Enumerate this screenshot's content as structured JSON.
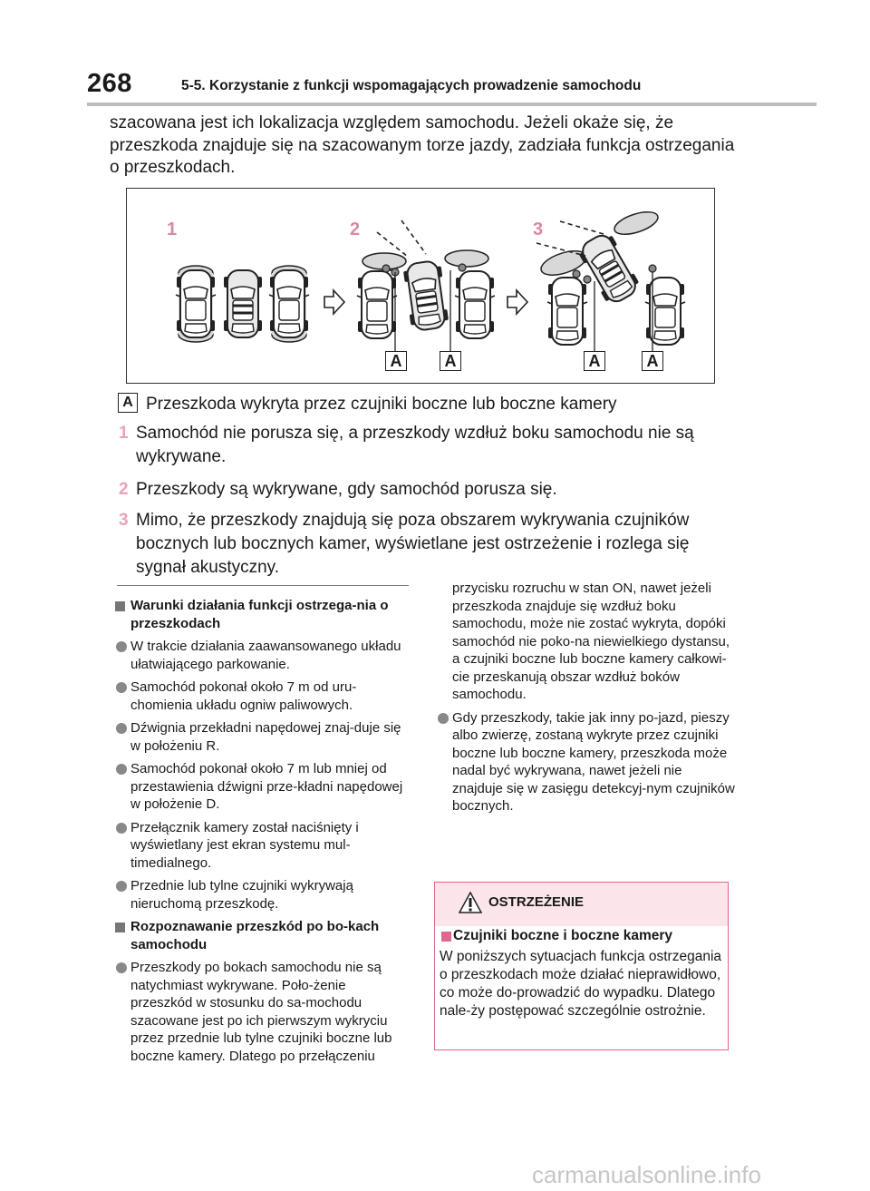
{
  "header": {
    "page_number": "268",
    "section_title": "5-5. Korzystanie z funkcji wspomagających prowadzenie samochodu"
  },
  "intro": "szacowana jest ich lokalizacja względem samochodu. Jeżeli okaże się, że przeszkoda znajduje się na szacowanym torze jazdy, zadziała funkcja ostrzegania o przeszkodach.",
  "figure": {
    "scene_numbers": [
      "1",
      "2",
      "3"
    ],
    "marker_letter": "A",
    "colors": {
      "number": "#d98aa0",
      "car_stroke": "#222222",
      "car_fill": "#e9e9e9",
      "car_body": "#ffffff"
    }
  },
  "legend": {
    "letter": "A",
    "text": "Przeszkoda wykryta przez czujniki boczne lub boczne kamery"
  },
  "steps": [
    {
      "num": "1",
      "text": "Samochód nie porusza się, a przeszkody wzdłuż boku samochodu nie są wykrywane."
    },
    {
      "num": "2",
      "text": "Przeszkody są wykrywane, gdy samochód porusza się."
    },
    {
      "num": "3",
      "text": "Mimo, że przeszkody znajdują się poza obszarem wykrywania czujników bocznych lub bocznych kamer, wyświetlane jest ostrzeżenie i rozlega się sygnał akustyczny."
    }
  ],
  "left_column": {
    "heading1": "Warunki działania funkcji ostrzega-nia o przeszkodach",
    "bullets1": [
      "W trakcie działania zaawansowanego układu ułatwiającego parkowanie.",
      "Samochód pokonał około 7 m od uru-chomienia układu ogniw paliwowych.",
      "Dźwignia przekładni napędowej znaj-duje się w położeniu R.",
      "Samochód pokonał około 7 m lub mniej od przestawienia dźwigni prze-kładni napędowej w położenie D.",
      "Przełącznik kamery został naciśnięty i wyświetlany jest ekran systemu mul-timedialnego.",
      "Przednie lub tylne czujniki wykrywają nieruchomą przeszkodę."
    ],
    "heading2": "Rozpoznawanie przeszkód po bo-kach samochodu",
    "bullets2": [
      "Przeszkody po bokach samochodu nie są natychmiast wykrywane. Poło-żenie przeszkód w stosunku do sa-mochodu szacowane jest po ich pierwszym wykryciu przez przednie lub tylne czujniki boczne lub boczne kamery. Dlatego po przełączeniu"
    ]
  },
  "right_column": {
    "continuation": "przycisku rozruchu w stan ON, nawet jeżeli przeszkoda znajduje się wzdłuż boku samochodu, może nie zostać wykryta, dopóki samochód nie poko-na niewielkiego dystansu, a czujniki boczne lub boczne kamery całkowi-cie przeskanują obszar wzdłuż boków samochodu.",
    "bullets": [
      "Gdy przeszkody, takie jak inny po-jazd, pieszy albo zwierzę, zostaną wykryte przez czujniki boczne lub boczne kamery, przeszkoda może nadal być wykrywana, nawet jeżeli nie znajduje się w zasięgu detekcyj-nym czujników bocznych."
    ]
  },
  "warning": {
    "title": "OSTRZEŻENIE",
    "subheading": "Czujniki boczne i boczne kamery",
    "text": "W poniższych sytuacjach funkcja ostrzegania o przeszkodach może działać nieprawidłowo, co może do-prowadzić do wypadku. Dlatego nale-ży postępować szczególnie ostrożnie.",
    "colors": {
      "border": "#e0668c",
      "header_bg": "#fbe4ea"
    }
  },
  "watermark": "carmanualsonline.info"
}
